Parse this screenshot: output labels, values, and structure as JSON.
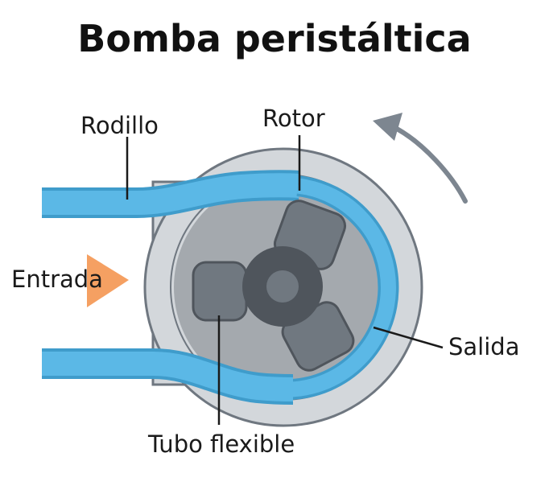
{
  "diagram": {
    "title": "Bomba peristáltica",
    "labels": {
      "roller": "Rodillo",
      "rotor": "Rotor",
      "inlet": "Entrada",
      "outlet": "Salida",
      "tube": "Tubo flexible"
    },
    "colors": {
      "tube": "#5bb8e6",
      "tube_edge": "#3f9ccb",
      "housing": "#d3d7db",
      "housing_edge": "#6f7780",
      "inner_disc": "#a4a9ae",
      "rotor": "#4f555c",
      "roller": "#707880",
      "inlet_arrow": "#f5a062",
      "rotation_arrow": "#7d8690",
      "leader": "#1a1a1a"
    },
    "icons": {
      "inlet": "triangle-right-icon",
      "rotation": "curved-arrow-icon"
    }
  }
}
